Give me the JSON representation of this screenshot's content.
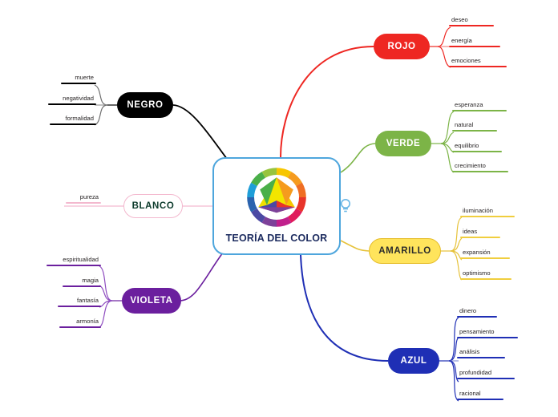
{
  "diagram": {
    "type": "mind-map",
    "central": {
      "title": "TEORÍA DEL COLOR",
      "icon": "color-wheel-icon",
      "border_color": "#4ea6dd",
      "title_color": "#1b2a5e"
    },
    "side_icon": {
      "name": "lightbulb-icon",
      "color": "#6ab7e5"
    },
    "branches": [
      {
        "id": "rojo",
        "label": "ROJO",
        "color": "#ee2722",
        "text_color": "#ffffff",
        "side": "right",
        "children": [
          "deseo",
          "energía",
          "emociones"
        ]
      },
      {
        "id": "verde",
        "label": "VERDE",
        "color": "#7cb447",
        "text_color": "#ffffff",
        "side": "right",
        "children": [
          "esperanza",
          "natural",
          "equilibrio",
          "crecimiento"
        ]
      },
      {
        "id": "amarillo",
        "label": "AMARILLO",
        "color": "#ffe45c",
        "text_color": "#2b2b2b",
        "side": "right",
        "children": [
          "iluminación",
          "ideas",
          "expansión",
          "optimismo"
        ]
      },
      {
        "id": "azul",
        "label": "AZUL",
        "color": "#1f2fb5",
        "text_color": "#ffffff",
        "side": "right",
        "children": [
          "dinero",
          "pensamiento",
          "análisis",
          "profundidad",
          "racional"
        ]
      },
      {
        "id": "negro",
        "label": "NEGRO",
        "color": "#000000",
        "text_color": "#ffffff",
        "side": "left",
        "children": [
          "muerte",
          "negatividad",
          "formalidad"
        ]
      },
      {
        "id": "blanco",
        "label": "BLANCO",
        "color": "#ffffff",
        "text_color": "#0c3b2c",
        "side": "left",
        "children": [
          "pureza"
        ]
      },
      {
        "id": "violeta",
        "label": "VIOLETA",
        "color": "#6b1f9e",
        "text_color": "#ffffff",
        "side": "left",
        "children": [
          "espiritualidad",
          "magia",
          "fantasía",
          "armonía"
        ]
      }
    ]
  }
}
